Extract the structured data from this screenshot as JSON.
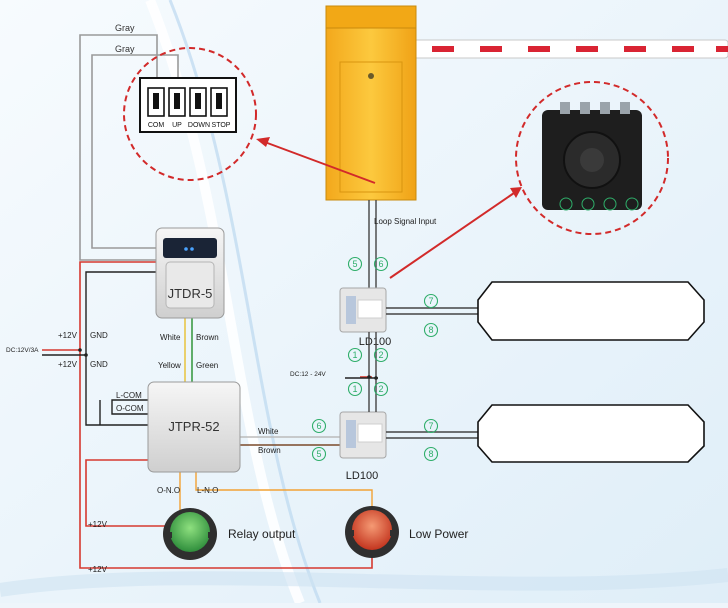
{
  "wires": {
    "gray_top": "Gray",
    "gray_second": "Gray",
    "loop_signal_input": "Loop Signal Input",
    "dc_input": "DC:12V/3A",
    "plus12v_a": "+12V",
    "plus12v_b": "+12V",
    "gnd_a": "GND",
    "gnd_b": "GND",
    "white_top": "White",
    "brown_top": "Brown",
    "yellow": "Yellow",
    "green": "Green",
    "l_com": "L-COM",
    "o_com": "O-COM",
    "white_mid": "White",
    "brown_mid": "Brown",
    "dc_12_24v": "DC:12 - 24V",
    "o_no": "O-N.O",
    "l_no": "L-N.O",
    "plus12v_c": "+12V",
    "plus12v_d": "+12V"
  },
  "terminals": [
    "COM",
    "UP",
    "DOWN",
    "STOP"
  ],
  "devices": {
    "jtdr": "JTDR-5",
    "jtpr": "JTPR-52",
    "ld_top": "LD100",
    "ld_bottom": "LD100"
  },
  "numbers": {
    "n5_top": "5",
    "n6_top": "6",
    "n7_top": "7",
    "n8_top": "8",
    "n1_a": "1",
    "n2_a": "2",
    "n1_b": "1",
    "n2_b": "2",
    "n6_bottom": "6",
    "n5_bottom": "5",
    "n7_bottom": "7",
    "n8_bottom": "8"
  },
  "lights": {
    "relay": "Relay output",
    "low_power": "Low Power"
  },
  "colors": {
    "red_wire": "#d6392f",
    "gray_wire": "#9a9a9a",
    "orange_wire": "#f2a234",
    "green_light": "#3aa54a",
    "red_light": "#d9482f",
    "barrier_yellow": "#f7b92a",
    "number_green": "#2fae6a"
  }
}
